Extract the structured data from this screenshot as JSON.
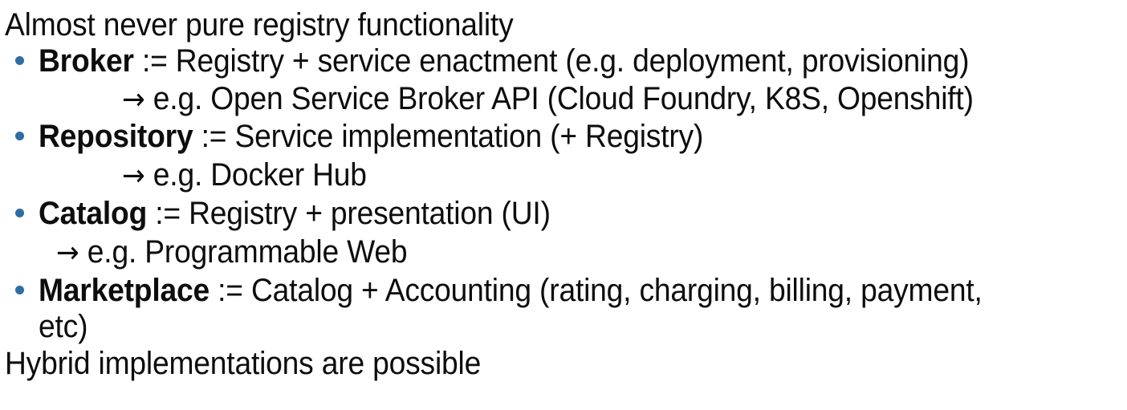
{
  "slide": {
    "background_color": "#ffffff",
    "text_color": "#0d0d0d",
    "bullet_color": "#2e6da4",
    "arrow_glyph": "→",
    "intro_line": "Almost never pure registry functionality",
    "closing_line": "Hybrid implementations are possible",
    "bullets": [
      {
        "term": "Broker",
        "definition": " := Registry + service enactment (e.g. deployment, provisioning)",
        "example_arrow": "→",
        "example": " e.g. Open Service Broker API (Cloud Foundry, K8S, Openshift)"
      },
      {
        "term": "Repository",
        "definition": " := Service implementation (+ Registry)",
        "example_arrow": "→",
        "example": " e.g. Docker Hub"
      },
      {
        "term": "Catalog",
        "definition": " := Registry + presentation (UI)",
        "example_arrow": "→",
        "example": " e.g. Programmable Web"
      },
      {
        "term": "Marketplace",
        "definition": " := Catalog + Accounting (rating, charging, billing, payment,",
        "definition_wrap": "etc)",
        "example_arrow": "",
        "example": ""
      }
    ]
  }
}
